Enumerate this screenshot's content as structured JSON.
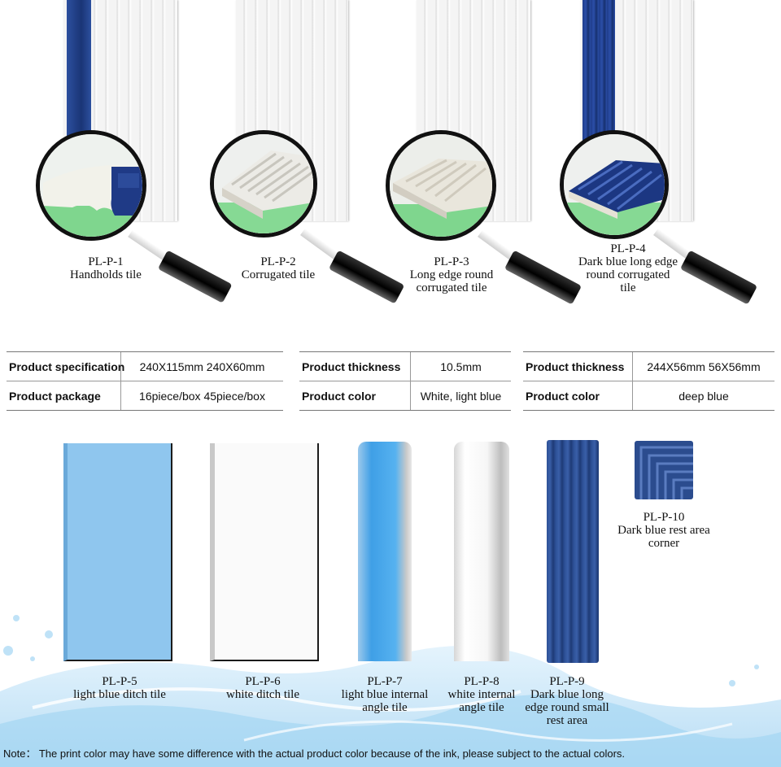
{
  "top_products": [
    {
      "code": "PL-P-1",
      "name": "Handholds tile"
    },
    {
      "code": "PL-P-2",
      "name": "Corrugated tile"
    },
    {
      "code": "PL-P-3",
      "name": "Long edge round corrugated tile"
    },
    {
      "code": "PL-P-4",
      "name": "Dark blue long edge round corrugated tile"
    }
  ],
  "spec_tables": [
    {
      "rows": [
        {
          "label": "Product specification",
          "value": "240X115mm  240X60mm"
        },
        {
          "label": "Product package",
          "value": "16piece/box  45piece/box"
        }
      ]
    },
    {
      "rows": [
        {
          "label": "Product thickness",
          "value": "10.5mm"
        },
        {
          "label": "Product color",
          "value": "White, light blue"
        }
      ]
    },
    {
      "rows": [
        {
          "label": "Product thickness",
          "value": "244X56mm  56X56mm"
        },
        {
          "label": "Product color",
          "value": "deep blue"
        }
      ]
    }
  ],
  "bottom_products": [
    {
      "code": "PL-P-5",
      "name": "light blue ditch tile"
    },
    {
      "code": "PL-P-6",
      "name": "white ditch tile"
    },
    {
      "code": "PL-P-7",
      "name": "light blue internal angle tile"
    },
    {
      "code": "PL-P-8",
      "name": "white internal angle tile"
    },
    {
      "code": "PL-P-9",
      "name": "Dark blue long edge round small rest area"
    },
    {
      "code": "PL-P-10",
      "name": "Dark blue rest area corner"
    }
  ],
  "note": "Note： The print color may have some difference with the actual product color because of the ink, please subject to the actual colors.",
  "colors": {
    "dark_blue": "#1f3d8a",
    "light_blue": "#8fc6ee",
    "bright_blue": "#3f9fe6",
    "water": "#9fd3f2"
  }
}
